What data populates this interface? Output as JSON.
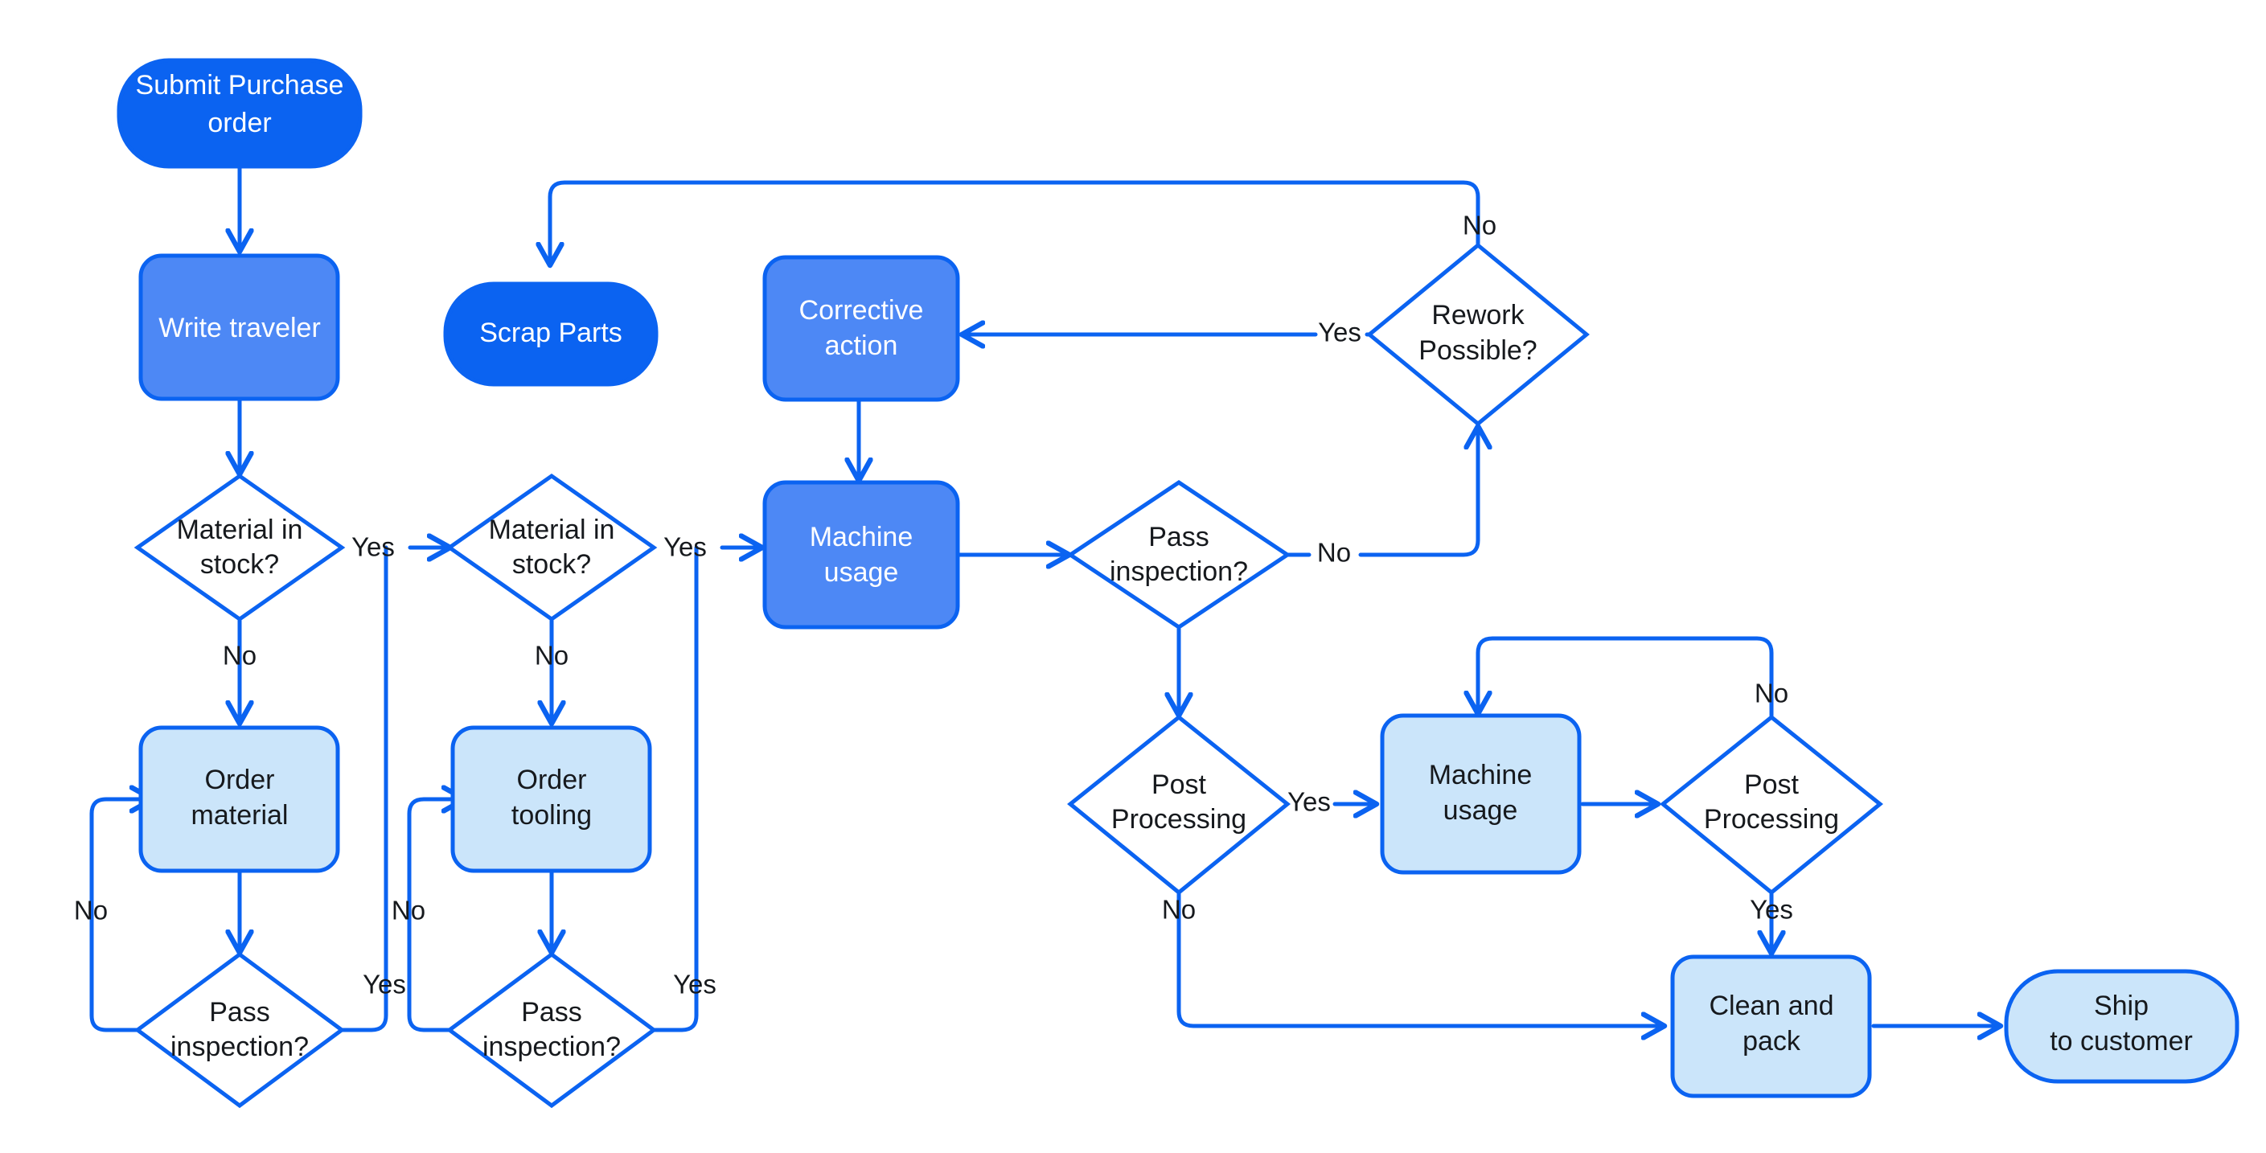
{
  "diagram": {
    "title": "Manufacturing Purchase Order Process Flowchart",
    "palette": {
      "stroke": "#0b63f1",
      "fill_dark": "#0b63f1",
      "fill_medium": "#4d88f5",
      "fill_light": "#cbe5fa",
      "fill_white": "#ffffff",
      "text_dark": "#16191d",
      "text_light": "#ffffff",
      "background": "#ffffff"
    },
    "nodes": [
      {
        "id": "submit",
        "label_line1": "Submit Purchase",
        "label_line2": "order",
        "shape": "terminator",
        "fill": "dark"
      },
      {
        "id": "write",
        "label_line1": "Write traveler",
        "label_line2": "",
        "shape": "process",
        "fill": "medium"
      },
      {
        "id": "mat1",
        "label_line1": "Material in",
        "label_line2": "stock?",
        "shape": "decision",
        "fill": "white"
      },
      {
        "id": "ordermat",
        "label_line1": "Order",
        "label_line2": "material",
        "shape": "process",
        "fill": "light"
      },
      {
        "id": "pass1",
        "label_line1": "Pass",
        "label_line2": "inspection?",
        "shape": "decision",
        "fill": "white"
      },
      {
        "id": "scrap",
        "label_line1": "Scrap Parts",
        "label_line2": "",
        "shape": "terminator",
        "fill": "dark"
      },
      {
        "id": "mat2",
        "label_line1": "Material in",
        "label_line2": "stock?",
        "shape": "decision",
        "fill": "white"
      },
      {
        "id": "ordertool",
        "label_line1": "Order",
        "label_line2": "tooling",
        "shape": "process",
        "fill": "light"
      },
      {
        "id": "pass2",
        "label_line1": "Pass",
        "label_line2": "inspection?",
        "shape": "decision",
        "fill": "white"
      },
      {
        "id": "corrective",
        "label_line1": "Corrective",
        "label_line2": "action",
        "shape": "process",
        "fill": "medium"
      },
      {
        "id": "machine1",
        "label_line1": "Machine",
        "label_line2": "usage",
        "shape": "process",
        "fill": "medium"
      },
      {
        "id": "pass3",
        "label_line1": "Pass",
        "label_line2": "inspection?",
        "shape": "decision",
        "fill": "white"
      },
      {
        "id": "rework",
        "label_line1": "Rework",
        "label_line2": "Possible?",
        "shape": "decision",
        "fill": "white"
      },
      {
        "id": "post1",
        "label_line1": "Post",
        "label_line2": "Processing",
        "shape": "decision",
        "fill": "white"
      },
      {
        "id": "machine2",
        "label_line1": "Machine",
        "label_line2": "usage",
        "shape": "process",
        "fill": "light"
      },
      {
        "id": "post2",
        "label_line1": "Post",
        "label_line2": "Processing",
        "shape": "decision",
        "fill": "white"
      },
      {
        "id": "cleanpack",
        "label_line1": "Clean and",
        "label_line2": "pack",
        "shape": "process",
        "fill": "light"
      },
      {
        "id": "ship",
        "label_line1": "Ship",
        "label_line2": "to customer",
        "shape": "terminator",
        "fill": "light"
      }
    ],
    "edge_labels": [
      {
        "id": "mat1-yes",
        "text": "Yes"
      },
      {
        "id": "mat1-no",
        "text": "No"
      },
      {
        "id": "pass1-no",
        "text": "No"
      },
      {
        "id": "pass1-yes",
        "text": "Yes"
      },
      {
        "id": "mat2-yes",
        "text": "Yes"
      },
      {
        "id": "mat2-no",
        "text": "No"
      },
      {
        "id": "pass2-no",
        "text": "No"
      },
      {
        "id": "pass2-yes",
        "text": "Yes"
      },
      {
        "id": "pass3-no",
        "text": "No"
      },
      {
        "id": "rework-yes",
        "text": "Yes"
      },
      {
        "id": "rework-no",
        "text": "No"
      },
      {
        "id": "post1-yes",
        "text": "Yes"
      },
      {
        "id": "post1-no",
        "text": "No"
      },
      {
        "id": "post2-no",
        "text": "No"
      },
      {
        "id": "post2-yes",
        "text": "Yes"
      }
    ]
  }
}
